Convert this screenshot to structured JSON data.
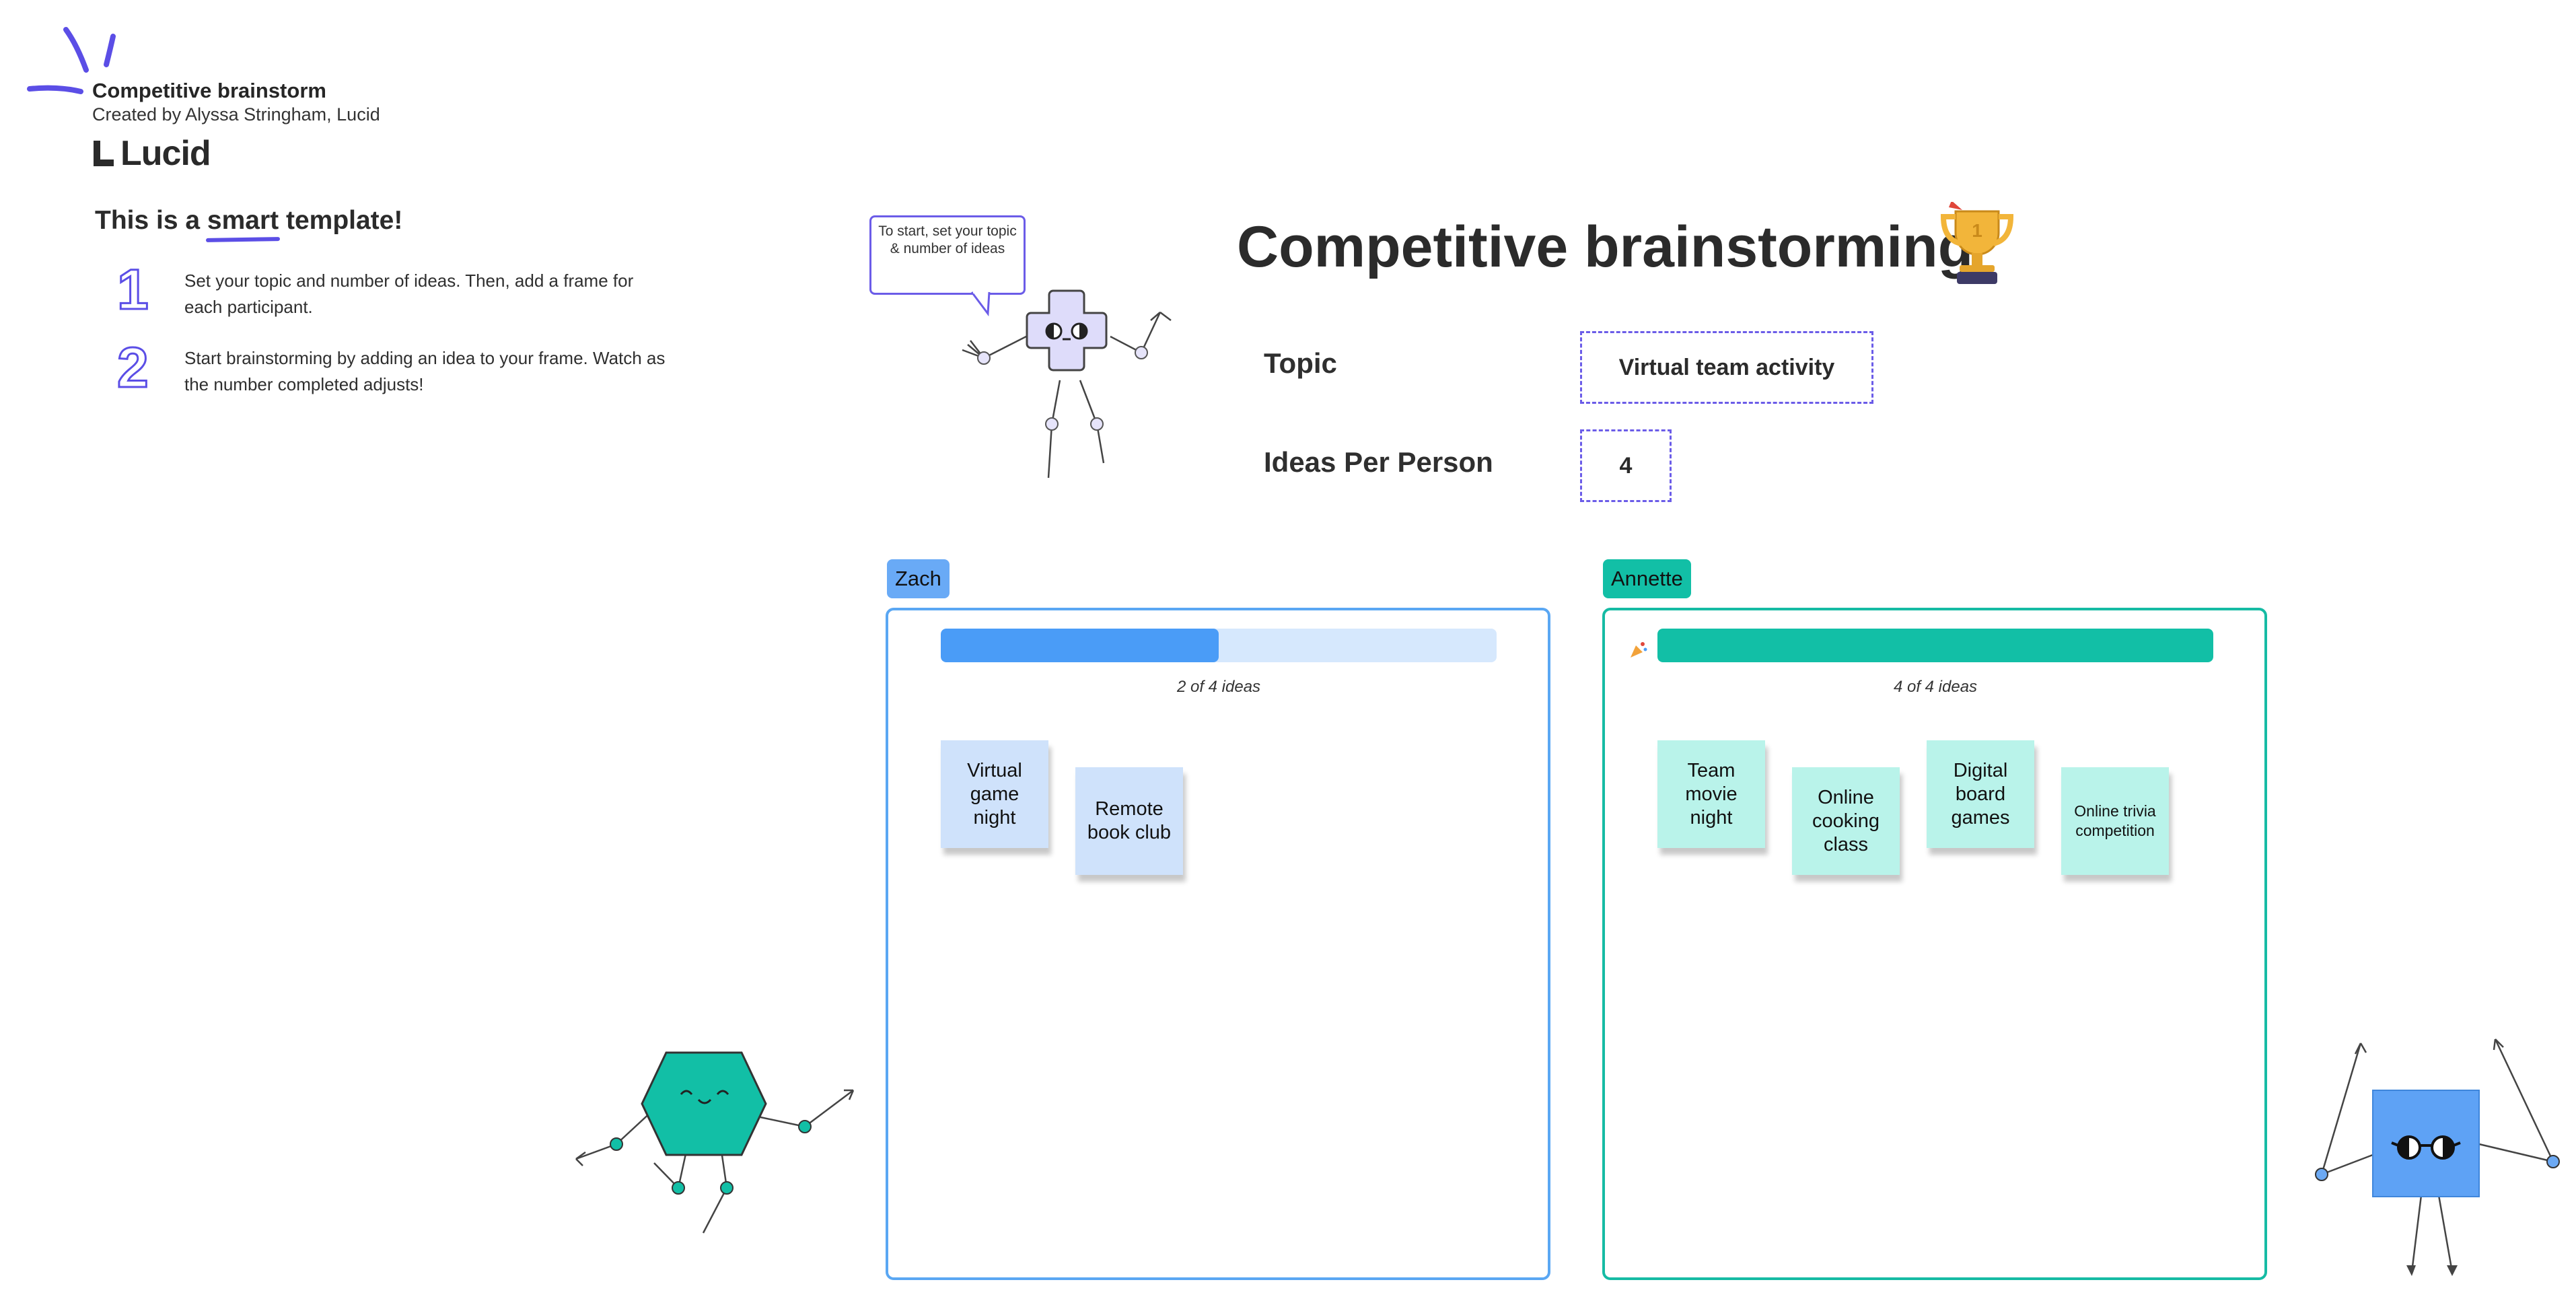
{
  "header": {
    "template_title": "Competitive brainstorm",
    "credit": "Created by Alyssa Stringham, Lucid",
    "logo_text": "Lucid"
  },
  "intro": {
    "heading_prefix": "This is a ",
    "heading_smart": "smart",
    "heading_suffix": " template!",
    "steps": [
      {
        "number": "1",
        "text": "Set your topic and number of ideas. Then, add a frame for each participant."
      },
      {
        "number": "2",
        "text": "Start brainstorming by adding an idea to your frame. Watch as the number completed adjusts!"
      }
    ]
  },
  "bubble_text": "To start, set your topic & number of ideas",
  "board": {
    "title": "Competitive brainstorming",
    "trophy_icon": "trophy-icon",
    "topic_label": "Topic",
    "topic_value": "Virtual team activity",
    "ideas_label": "Ideas Per Person",
    "ideas_value": "4"
  },
  "participants": [
    {
      "name": "Zach",
      "color": "#4a9cf7",
      "track_color": "#d6e8fd",
      "progress_fraction": 0.5,
      "progress_text": "2 of 4 ideas",
      "ideas": [
        "Virtual game night",
        "Remote book club"
      ]
    },
    {
      "name": "Annette",
      "color": "#12bfa6",
      "track_color": "#b9f3ea",
      "progress_fraction": 1.0,
      "progress_text": "4 of 4 ideas",
      "ideas": [
        "Team movie night",
        "Online cooking class",
        "Digital board games",
        "Online trivia competition"
      ]
    }
  ],
  "colors": {
    "accent_purple": "#5b4ee6",
    "zach_blue": "#4a9cf7",
    "annette_teal": "#12bfa6"
  }
}
